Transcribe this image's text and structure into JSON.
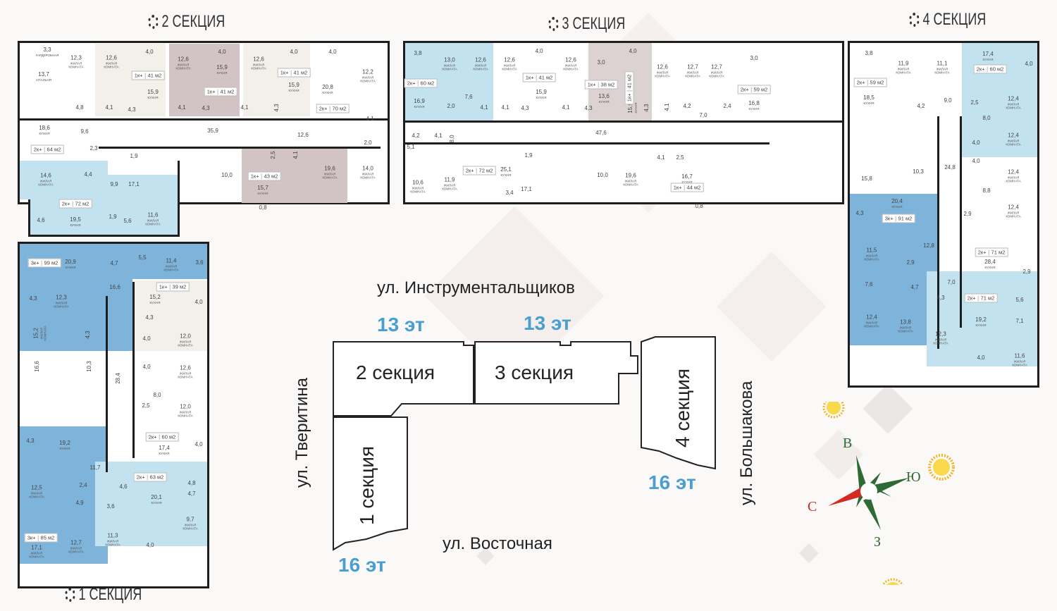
{
  "colors": {
    "beige": "#f3efe9",
    "mauve": "#d2c4c4",
    "light_blue": "#c3e2f0",
    "mid_blue": "#a8d0e8",
    "dark_blue": "#7eb3da",
    "floors": "#4a9fd0",
    "compass_green": "#2d6a34",
    "compass_red": "#d22b22"
  },
  "room_types": {
    "zk": "ЖИЛАЯ КОМНАТА",
    "k": "КУХНЯ",
    "s": "СПАЛЬНЯ",
    "g": "ГАРДЕРОБНАЯ"
  },
  "section_titles": [
    "2 СЕКЦИЯ",
    "3 СЕКЦИЯ",
    "4 СЕКЦИЯ",
    "1 СЕКЦИЯ"
  ],
  "sections": [
    {
      "name": "section-2",
      "rooms": [
        [
          "3,3",
          "g"
        ],
        [
          "13,7",
          "s"
        ],
        [
          "12,3",
          "zk"
        ],
        [
          "4,8",
          ""
        ],
        [
          "12,6",
          "zk"
        ],
        [
          "4,1",
          ""
        ],
        [
          "4,3",
          ""
        ],
        [
          "4,0",
          ""
        ],
        [
          "15,9",
          "k"
        ],
        [
          "12,6",
          "zk"
        ],
        [
          "4,0",
          ""
        ],
        [
          "15,9",
          "k"
        ],
        [
          "4,1",
          ""
        ],
        [
          "4,3",
          ""
        ],
        [
          "12,6",
          "zk"
        ],
        [
          "4,0",
          ""
        ],
        [
          "15,9",
          "k"
        ],
        [
          "4,1",
          ""
        ],
        [
          "4,3",
          ""
        ],
        [
          "4,0",
          ""
        ],
        [
          "20,8",
          "k"
        ],
        [
          "12,2",
          "zk"
        ],
        [
          "4,1",
          ""
        ],
        [
          "2,0",
          ""
        ],
        [
          "14,0",
          "zk"
        ],
        [
          "19,6",
          "zk"
        ],
        [
          "4,1",
          ""
        ],
        [
          "2,5",
          ""
        ],
        [
          "15,7",
          "k"
        ],
        [
          "0,8",
          ""
        ],
        [
          "10,0",
          ""
        ],
        [
          "17,1",
          ""
        ],
        [
          "1,9",
          ""
        ],
        [
          "35,9",
          ""
        ],
        [
          "12,6",
          ""
        ],
        [
          "18,6",
          "k"
        ],
        [
          "9,6",
          ""
        ],
        [
          "2,3",
          ""
        ],
        [
          "14,6",
          "zk"
        ],
        [
          "4,4",
          ""
        ],
        [
          "9,9",
          ""
        ],
        [
          "4,6",
          ""
        ],
        [
          "19,5",
          "k"
        ],
        [
          "1,9",
          ""
        ],
        [
          "5,6",
          ""
        ],
        [
          "11,6",
          "zk"
        ]
      ],
      "badges": [
        [
          "1к+",
          "41 м2"
        ],
        [
          "1к+",
          "41 м2"
        ],
        [
          "1к+",
          "41 м2"
        ],
        [
          "2к+",
          "70 м2"
        ],
        [
          "1к+",
          "43 м2"
        ],
        [
          "2к+",
          "64 м2"
        ],
        [
          "2к+",
          "72 м2"
        ]
      ]
    },
    {
      "name": "section-3",
      "rooms": [
        [
          "3,8",
          ""
        ],
        [
          "13,0",
          "zk"
        ],
        [
          "12,6",
          "zk"
        ],
        [
          "16,9",
          "k"
        ],
        [
          "2,0",
          ""
        ],
        [
          "7,6",
          ""
        ],
        [
          "4,1",
          ""
        ],
        [
          "12,6",
          "zk"
        ],
        [
          "4,0",
          ""
        ],
        [
          "15,9",
          "k"
        ],
        [
          "4,1",
          ""
        ],
        [
          "4,3",
          ""
        ],
        [
          "12,6",
          "zk"
        ],
        [
          "3,0",
          ""
        ],
        [
          "13,6",
          "k"
        ],
        [
          "4,1",
          ""
        ],
        [
          "4,3",
          ""
        ],
        [
          "4,0",
          ""
        ],
        [
          "15,9",
          "k"
        ],
        [
          "12,6",
          "zk"
        ],
        [
          "4,1",
          ""
        ],
        [
          "4,3",
          ""
        ],
        [
          "12,7",
          "zk"
        ],
        [
          "12,7",
          "zk"
        ],
        [
          "4,2",
          ""
        ],
        [
          "7,0",
          ""
        ],
        [
          "2,4",
          ""
        ],
        [
          "3,0",
          ""
        ],
        [
          "16,8",
          "k"
        ],
        [
          "47,6",
          ""
        ],
        [
          "4,2",
          ""
        ],
        [
          "4,1",
          ""
        ],
        [
          "8,0",
          ""
        ],
        [
          "5,1",
          ""
        ],
        [
          "10,6",
          "zk"
        ],
        [
          "11,9",
          "zk"
        ],
        [
          "25,1",
          "k"
        ],
        [
          "3,4",
          ""
        ],
        [
          "1,9",
          ""
        ],
        [
          "17,1",
          ""
        ],
        [
          "10,0",
          ""
        ],
        [
          "19,6",
          "zk"
        ],
        [
          "4,1",
          ""
        ],
        [
          "2,5",
          ""
        ],
        [
          "16,7",
          "k"
        ],
        [
          "0,8",
          ""
        ]
      ],
      "badges": [
        [
          "2к+",
          "60 м2"
        ],
        [
          "1к+",
          "41 м2"
        ],
        [
          "1к+",
          "38 м2"
        ],
        [
          "1к+",
          "41 м2"
        ],
        [
          "2к+",
          "59 м2"
        ],
        [
          "2к+",
          "72 м2"
        ],
        [
          "1к+",
          "44 м2"
        ]
      ]
    },
    {
      "name": "section-4",
      "rooms": [
        [
          "3,8",
          ""
        ],
        [
          "11,9",
          "zk"
        ],
        [
          "11,1",
          "zk"
        ],
        [
          "18,5",
          "k"
        ],
        [
          "4,2",
          ""
        ],
        [
          "9,0",
          ""
        ],
        [
          "17,4",
          "k"
        ],
        [
          "4,0",
          ""
        ],
        [
          "2,5",
          ""
        ],
        [
          "12,4",
          "zk"
        ],
        [
          "8,0",
          ""
        ],
        [
          "12,4",
          "zk"
        ],
        [
          "4,0",
          ""
        ],
        [
          "4,0",
          ""
        ],
        [
          "12,4",
          "zk"
        ],
        [
          "8,8",
          ""
        ],
        [
          "12,4",
          "zk"
        ],
        [
          "2,9",
          ""
        ],
        [
          "24,8",
          ""
        ],
        [
          "10,3",
          ""
        ],
        [
          "15,8",
          ""
        ],
        [
          "20,4",
          "k"
        ],
        [
          "4,3",
          ""
        ],
        [
          "11,5",
          "zk"
        ],
        [
          "12,8",
          ""
        ],
        [
          "2,9",
          ""
        ],
        [
          "7,6",
          ""
        ],
        [
          "4,7",
          ""
        ],
        [
          "12,4",
          "zk"
        ],
        [
          "13,8",
          "zk"
        ],
        [
          "28,4",
          "k"
        ],
        [
          "2,9",
          ""
        ],
        [
          "7,0",
          ""
        ],
        [
          "4,3",
          ""
        ],
        [
          "19,2",
          "k"
        ],
        [
          "5,6",
          ""
        ],
        [
          "7,1",
          ""
        ],
        [
          "12,3",
          "zk"
        ],
        [
          "4,0",
          ""
        ],
        [
          "11,6",
          "zk"
        ]
      ],
      "badges": [
        [
          "2к+",
          "59 м2"
        ],
        [
          "2к+",
          "60 м2"
        ],
        [
          "3к+",
          "91 м2"
        ],
        [
          "2к+",
          "71 м2"
        ],
        [
          "2к+",
          "71 м2"
        ]
      ]
    },
    {
      "name": "section-1",
      "rooms": [
        [
          "20,9",
          "k"
        ],
        [
          "4,7",
          ""
        ],
        [
          "5,5",
          ""
        ],
        [
          "11,4",
          "zk"
        ],
        [
          "3,6",
          ""
        ],
        [
          "16,6",
          ""
        ],
        [
          "4,3",
          ""
        ],
        [
          "12,3",
          "zk"
        ],
        [
          "15,2",
          "zk"
        ],
        [
          "4,3",
          ""
        ],
        [
          "15,2",
          "k"
        ],
        [
          "4,0",
          ""
        ],
        [
          "4,3",
          ""
        ],
        [
          "4,0",
          ""
        ],
        [
          "12,0",
          "zk"
        ],
        [
          "4,0",
          ""
        ],
        [
          "12,6",
          "zk"
        ],
        [
          "8,0",
          ""
        ],
        [
          "2,5",
          ""
        ],
        [
          "12,0",
          "zk"
        ],
        [
          "17,4",
          "k"
        ],
        [
          "4,0",
          ""
        ],
        [
          "16,6",
          ""
        ],
        [
          "10,3",
          ""
        ],
        [
          "28,4",
          ""
        ],
        [
          "4,3",
          ""
        ],
        [
          "19,2",
          "k"
        ],
        [
          "11,7",
          ""
        ],
        [
          "12,5",
          "zk"
        ],
        [
          "2,4",
          ""
        ],
        [
          "4,9",
          ""
        ],
        [
          "17,1",
          "zk"
        ],
        [
          "12,7",
          "zk"
        ],
        [
          "4,6",
          ""
        ],
        [
          "3,6",
          ""
        ],
        [
          "11,3",
          "zk"
        ],
        [
          "20,1",
          "k"
        ],
        [
          "4,0",
          ""
        ],
        [
          "4,8",
          ""
        ],
        [
          "4,7",
          ""
        ],
        [
          "9,7",
          "zk"
        ]
      ],
      "badges": [
        [
          "3к+",
          "99 м2"
        ],
        [
          "1к+",
          "39 м2"
        ],
        [
          "2к+",
          "60 м2"
        ],
        [
          "2к+",
          "63 м2"
        ],
        [
          "3к+",
          "85 м2"
        ]
      ]
    }
  ],
  "scheme": {
    "sections": [
      "2 секция",
      "3 секция",
      "4 секция",
      "1 секция"
    ],
    "floors": [
      "13 эт",
      "13 эт",
      "16 эт",
      "16 эт"
    ]
  },
  "streets": {
    "north": "ул. Инструментальщиков",
    "south": "ул. Восточная",
    "west": "ул. Тверитина",
    "east": "ул. Большакова"
  },
  "compass": {
    "east": "В",
    "south": "Ю",
    "north": "С",
    "west": "З"
  }
}
